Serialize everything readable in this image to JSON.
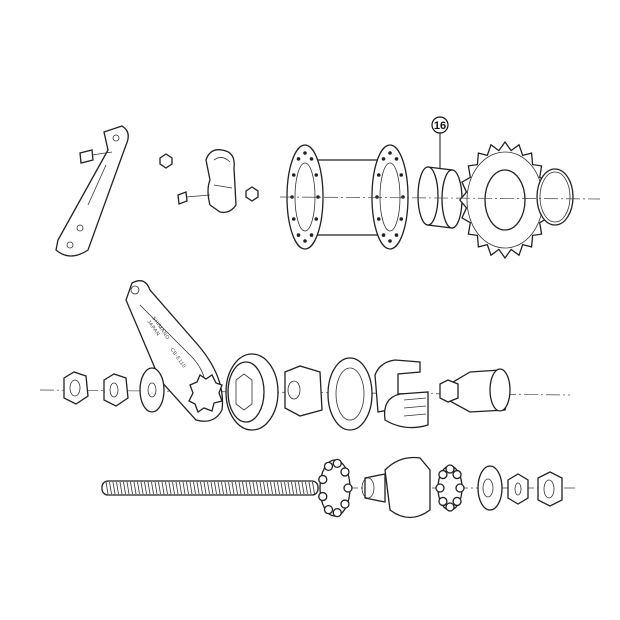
{
  "diagram": {
    "callouts": [
      {
        "number": "16",
        "part": "spacer-ring"
      }
    ],
    "arm_lettering": {
      "brand": "SHIMANO",
      "origin": "JAPAN",
      "model": "CB-E110"
    },
    "line_color": "#222222",
    "background": "#ffffff"
  }
}
